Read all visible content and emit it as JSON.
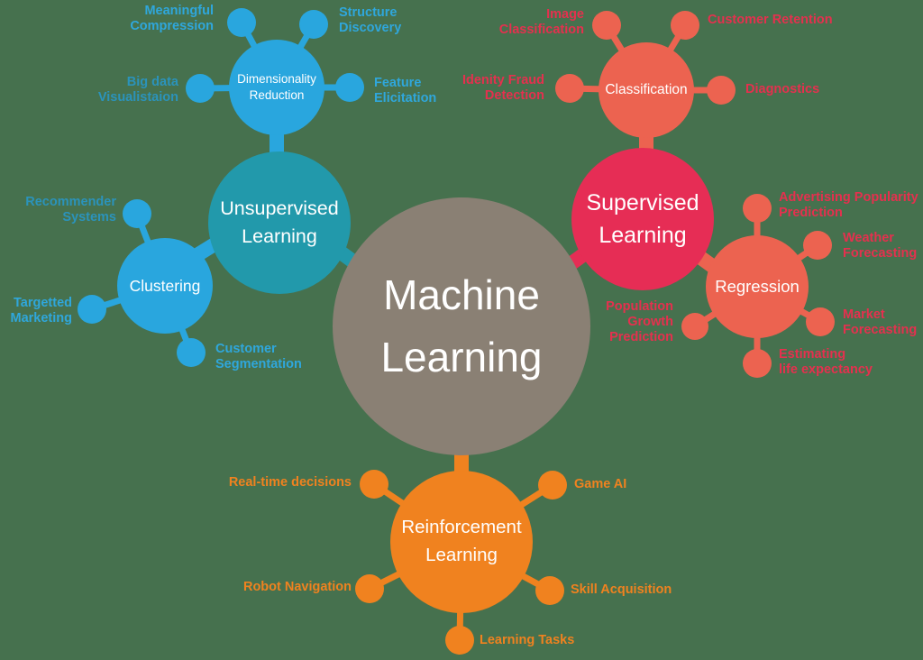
{
  "diagram_title": "Machine Learning",
  "colors": {
    "background": "#46714E",
    "center_circle": "#8A8074",
    "light_blue": "#29A6DE",
    "teal": "#2299AB",
    "crimson": "#E62D55",
    "salmon": "#EC6350",
    "orange": "#F0821F",
    "label_blue": "#2FA7DC",
    "label_teal": "#2B93BB",
    "label_red": "#E5304E",
    "label_orange": "#F0821F",
    "text_white": "#FFFFFF"
  },
  "center": {
    "lines": [
      "Machine",
      "Learning"
    ]
  },
  "main_circles": {
    "unsupervised": {
      "lines": [
        "Unsupervised",
        "Learning"
      ]
    },
    "supervised": {
      "lines": [
        "Supervised",
        "Learning"
      ]
    },
    "reinforcement": {
      "lines": [
        "Reinforcement",
        "Learning"
      ]
    }
  },
  "hubs": {
    "dimensionality_reduction": {
      "lines": [
        "Dimensionality",
        "Reduction"
      ]
    },
    "clustering": {
      "lines": [
        "Clustering"
      ]
    },
    "classification": {
      "lines": [
        "Classification"
      ]
    },
    "regression": {
      "lines": [
        "Regression"
      ]
    }
  },
  "satellites": {
    "meaningful_compression": {
      "lines": [
        "Meaningful",
        "Compression"
      ]
    },
    "structure_discovery": {
      "lines": [
        "Structure",
        "Discovery"
      ]
    },
    "big_data_visualisation": {
      "lines": [
        "Big data",
        "Visualistaion"
      ]
    },
    "feature_elicitation": {
      "lines": [
        "Feature",
        "Elicitation"
      ]
    },
    "recommender_systems": {
      "lines": [
        "Recommender",
        "Systems"
      ]
    },
    "targetted_marketing": {
      "lines": [
        "Targetted",
        "Marketing"
      ]
    },
    "customer_segmentation": {
      "lines": [
        "Customer",
        "Segmentation"
      ]
    },
    "image_classification": {
      "lines": [
        "Image",
        "Classification"
      ]
    },
    "customer_retention": {
      "lines": [
        "Customer Retention"
      ]
    },
    "identity_fraud_detection": {
      "lines": [
        "Idenity Fraud",
        "Detection"
      ]
    },
    "diagnostics": {
      "lines": [
        "Diagnostics"
      ]
    },
    "advertising_popularity_prediction": {
      "lines": [
        "Advertising Popularity",
        "Prediction"
      ]
    },
    "weather_forecasting": {
      "lines": [
        "Weather",
        "Forecasting"
      ]
    },
    "market_forecasting": {
      "lines": [
        "Market",
        "Forecasting"
      ]
    },
    "estimating_life_expectancy": {
      "lines": [
        "Estimating",
        "life expectancy"
      ]
    },
    "population_growth_prediction": {
      "lines": [
        "Population",
        "Growth",
        "Prediction"
      ]
    },
    "real_time_decisions": {
      "lines": [
        "Real-time decisions"
      ]
    },
    "game_ai": {
      "lines": [
        "Game AI"
      ]
    },
    "robot_navigation": {
      "lines": [
        "Robot Navigation"
      ]
    },
    "skill_acquisition": {
      "lines": [
        "Skill Acquisition"
      ]
    },
    "learning_tasks": {
      "lines": [
        "Learning Tasks"
      ]
    }
  }
}
